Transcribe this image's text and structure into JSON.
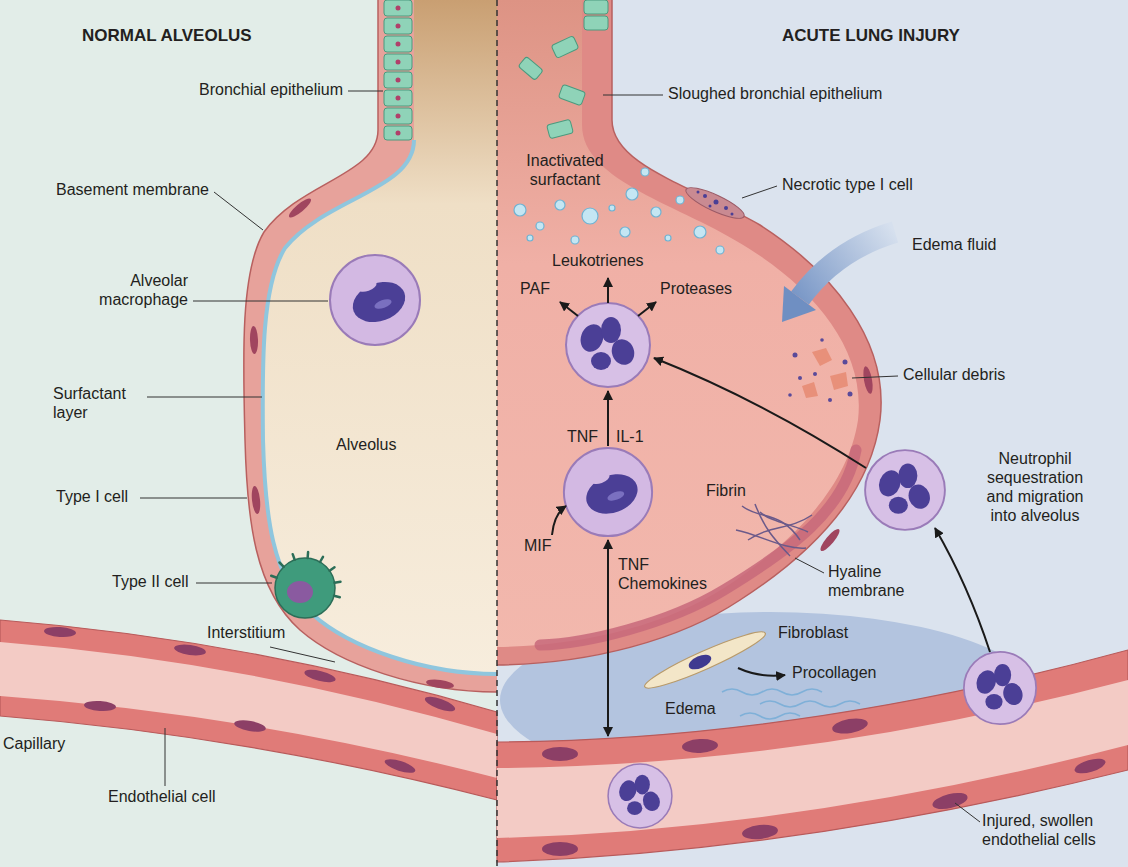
{
  "diagram": {
    "labels": [
      "NORMAL ALVEOLUS",
      "ACUTE LUNG INJURY",
      "Bronchial epithelium",
      "Sloughed bronchial epithelium",
      "Basement membrane",
      "Inactivated surfactant",
      "Necrotic type I cell",
      "Edema fluid",
      "Leukotrienes",
      "PAF",
      "Proteases",
      "Alveolar macrophage",
      "Cellular debris",
      "Surfactant layer",
      "TNF",
      "IL-1",
      "Alveolus",
      "Neutrophil sequestration and migration into alveolus",
      "Type I cell",
      "Fibrin",
      "MIF",
      "TNF Chemokines",
      "Hyaline membrane",
      "Type II cell",
      "Fibroblast",
      "Interstitium",
      "Procollagen",
      "Edema",
      "Capillary",
      "Endothelial cell",
      "Injured, swollen endothelial cells"
    ]
  }
}
